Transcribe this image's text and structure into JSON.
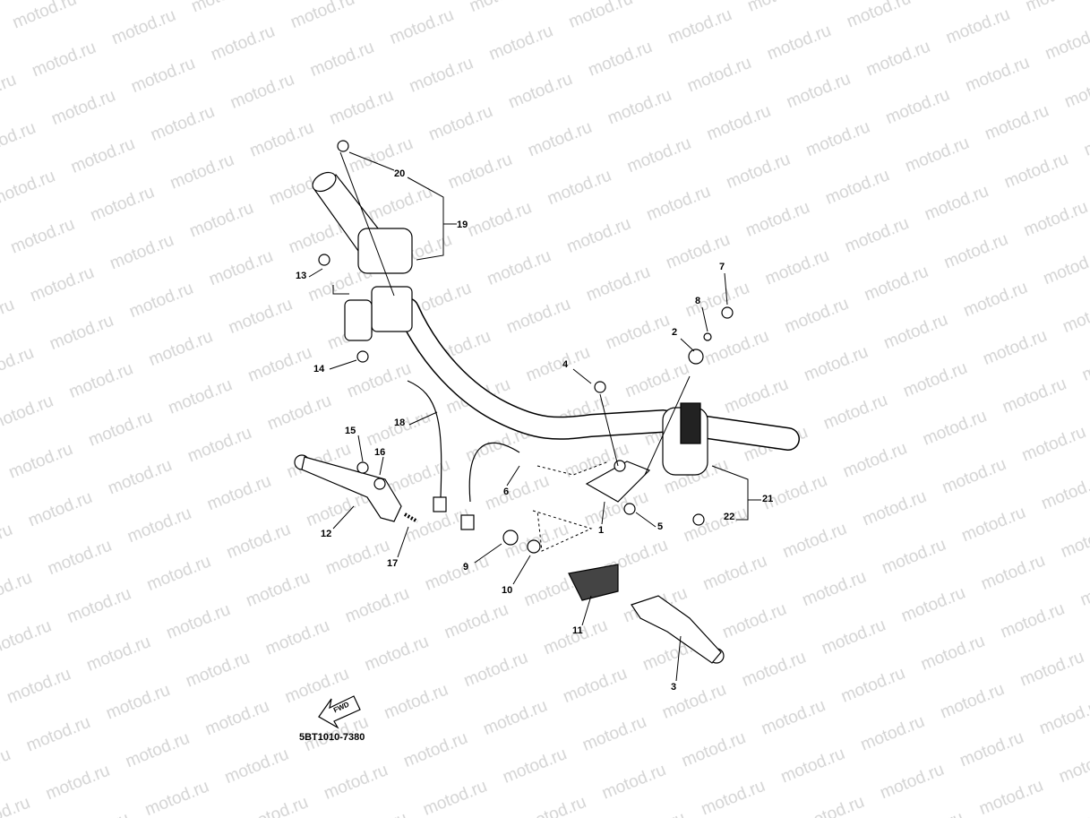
{
  "watermark": "motod.ru",
  "diagram_code": "5BT1010-7380",
  "fwd_label": "FWD",
  "callouts": [
    "1",
    "2",
    "3",
    "4",
    "5",
    "6",
    "7",
    "8",
    "9",
    "10",
    "11",
    "12",
    "13",
    "14",
    "15",
    "16",
    "17",
    "18",
    "19",
    "20",
    "21",
    "22"
  ]
}
